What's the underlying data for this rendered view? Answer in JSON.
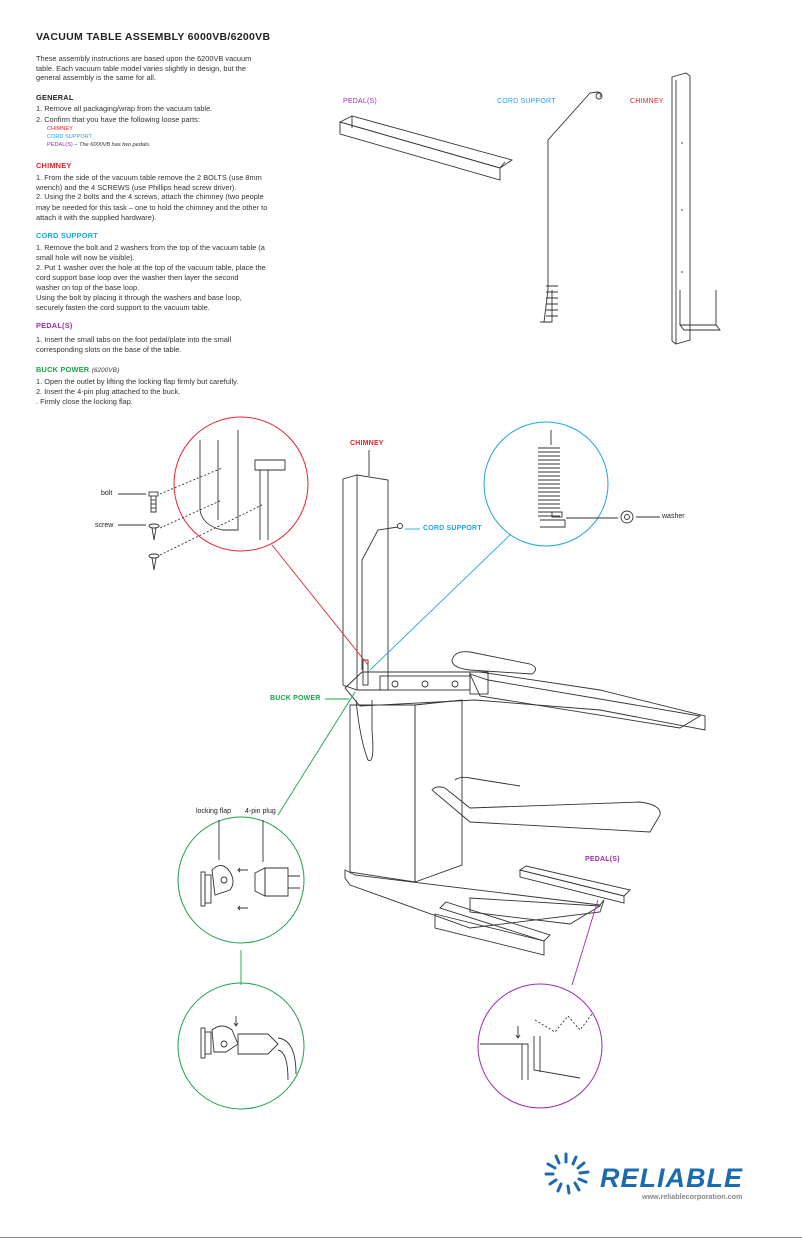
{
  "title": "VACUUM TABLE ASSEMBLY 6000VB/6200VB",
  "intro": [
    "These assembly instructions are based upon the 6200VB vacuum",
    "table. Each vacuum table model varies slightly in design, but the",
    "general assembly is the same for all."
  ],
  "general": {
    "heading": "GENERAL",
    "step1": "1.  Remove all packaging/wrap from the vacuum table.",
    "step2": "2.  Confirm that you have the following loose parts:",
    "part_chimney": "CHIMNEY",
    "part_cord": "CORD SUPPORT",
    "part_pedal": "PEDAL(S)",
    "pedal_note": " – The 6000VB has two pedals."
  },
  "chimney": {
    "heading": "CHIMNEY",
    "lines": [
      "1.  From the side of the vacuum table remove the 2 BOLTS (use 8mm",
      "     wrench) and the 4 SCREWS (use Phillips head screw driver).",
      "2.  Using the 2 bolts and the 4 screws, attach the chimney (two people",
      "     may be needed for this task – one to hold the chimney and the other to",
      "     attach it with the supplied hardware)."
    ]
  },
  "cord_support": {
    "heading": "CORD SUPPORT",
    "lines": [
      "1.  Remove the bolt and 2 washers from the top of the vacuum table (a",
      "     small hole will now be visible).",
      "2.  Put 1 washer over the hole at the top of the vacuum table, place the",
      "     cord support  base loop  over the washer then layer the second",
      "     washer on top of the  base loop.",
      "     Using the bolt by placing it through the washers and  base loop,",
      "     securely fasten the cord support to the vacuum table."
    ]
  },
  "pedals": {
    "heading": "PEDAL(S)",
    "lines": [
      "1.  Insert the small tabs on the foot pedal/plate into the small",
      "     corresponding slots on the base of the table."
    ]
  },
  "buck_power": {
    "heading": "BUCK POWER",
    "model": "(6200VB)",
    "lines": [
      "1.  Open the  outlet  by lifting the  locking flap  firmly but carefully.",
      "2.  Insert the 4-pin plug attached to the buck.",
      "  . Firmly close the  locking flap."
    ]
  },
  "parts_labels": {
    "pedal": "PEDAL(S)",
    "cord": "CORD SUPPORT",
    "chimney": "CHIMNEY"
  },
  "diagram_labels": {
    "chimney": "CHIMNEY",
    "cord_support": "CORD SUPPORT",
    "buck_power": "BUCK POWER",
    "pedals": "PEDAL(S)",
    "bolt": "bolt",
    "screw": "screw",
    "washer": "washer",
    "locking_flap": "locking flap",
    "four_pin_plug": "4-pin plug"
  },
  "colors": {
    "chimney": "#e8232a",
    "cord_support": "#1ea7e1",
    "pedals": "#9b2fae",
    "buck_power": "#1aa34a",
    "brand": "#1c6bb0"
  },
  "brand": {
    "name": "RELIABLE",
    "url": "www.reliablecorporation.com",
    "logo": "sunburst-logo-icon"
  }
}
